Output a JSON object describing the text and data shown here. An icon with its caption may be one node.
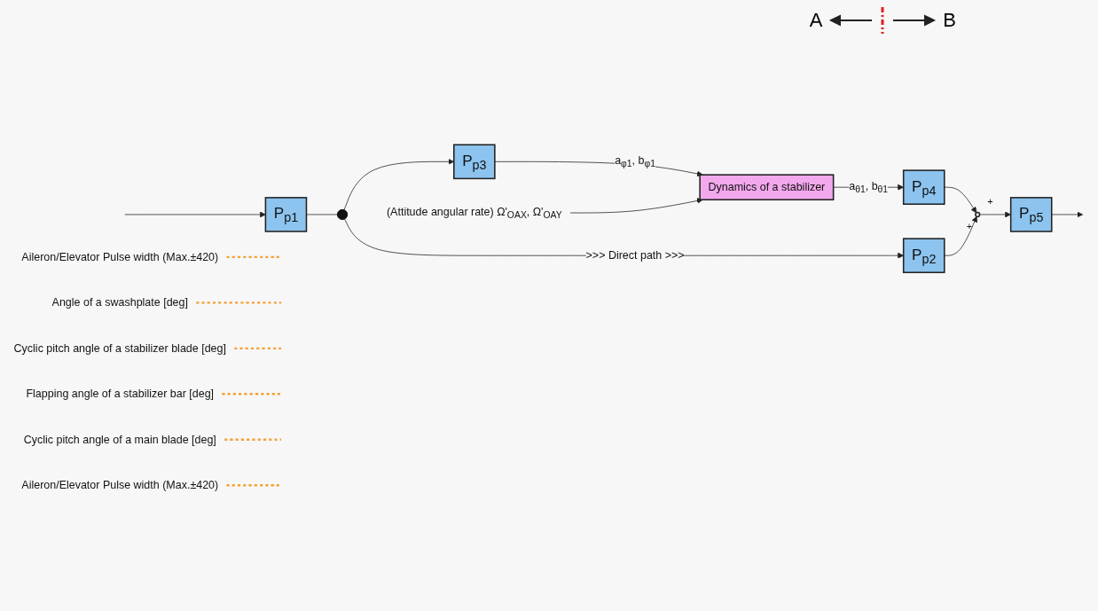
{
  "diagram": {
    "nodes": [
      {
        "text": [
          "P$_{p1}$"
        ]
      },
      {
        "text": [],
        "shape": "circle"
      },
      {
        "text": [
          "P$_{p3}$"
        ]
      },
      {
        "text": [
          "P$_{p2}$"
        ]
      },
      {
        "text": [
          "Dynamics of a stabilizer"
        ]
      },
      {
        "text": [
          "P$_{p4}$"
        ]
      },
      {
        "text": [],
        "shape": "circle",
        "beside": [
          "+",
          "+"
        ]
      },
      {
        "text": [
          "P$_{p5}$"
        ]
      },
      {
        "text": [
          "Aileron/Elevator Pulse width (Max.±420)"
        ]
      },
      {
        "text": [
          "Angle of a swashplate [deg]"
        ]
      },
      {
        "text": [
          "Cyclic pitch angle of a stabilizer blade [deg]"
        ]
      },
      {
        "text": [
          "(Attitude angular rate) Ω'$_{OAX}$, Ω'$_{OAY}$"
        ]
      },
      {
        "text": [
          "Flapping angle of a stabilizer bar [deg]"
        ]
      },
      {
        "text": [
          "Cyclic pitch angle of a main blade [deg]"
        ]
      },
      {
        "text": [
          "Aileron/Elevator Pulse width (Max.±420)"
        ]
      }
    ],
    "edges": [
      {
        "from": null,
        "to": 0,
        "arrow": "to"
      },
      {
        "from": 0,
        "to": 1,
        "arrow": "none"
      },
      {
        "from": 1,
        "to": 2,
        "arrow": "to"
      },
      {
        "from": 1,
        "to": 3,
        "arrow": "to",
        "label": ">>> Direct path >>>"
      },
      {
        "from": 2,
        "to": 4,
        "arrow": "to",
        "label": "a$_{φ1}$, b$_{φ1}$"
      },
      {
        "from": 11,
        "to": 4,
        "arrow": "to"
      },
      {
        "from": 4,
        "to": 5,
        "arrow": "to",
        "label": "a$_{θ1}$, b$_{θ1}$"
      },
      {
        "from": 5,
        "to": 6,
        "arrow": "to"
      },
      {
        "from": 3,
        "to": 6,
        "arrow": "to"
      },
      {
        "from": 6,
        "to": 7,
        "arrow": "to"
      },
      {
        "from": 7,
        "to": null,
        "arrow": "to"
      },
      {
        "from": 8,
        "to": null,
        "arrow": "none",
        "style": "dashed",
        "color": "#f5a033"
      },
      {
        "from": 9,
        "to": null,
        "arrow": "none",
        "style": "dashed",
        "color": "#f5a033"
      },
      {
        "from": 10,
        "to": null,
        "arrow": "none",
        "style": "dashed",
        "color": "#f5a033"
      },
      {
        "from": 12,
        "to": null,
        "arrow": "none",
        "style": "dashed",
        "color": "#f5a033"
      },
      {
        "from": 13,
        "to": null,
        "arrow": "none",
        "style": "dashed",
        "color": "#f5a033"
      },
      {
        "from": 14,
        "to": null,
        "arrow": "none",
        "style": "dashed",
        "color": "#f5a033"
      }
    ],
    "labels": [
      "A",
      "B"
    ]
  }
}
